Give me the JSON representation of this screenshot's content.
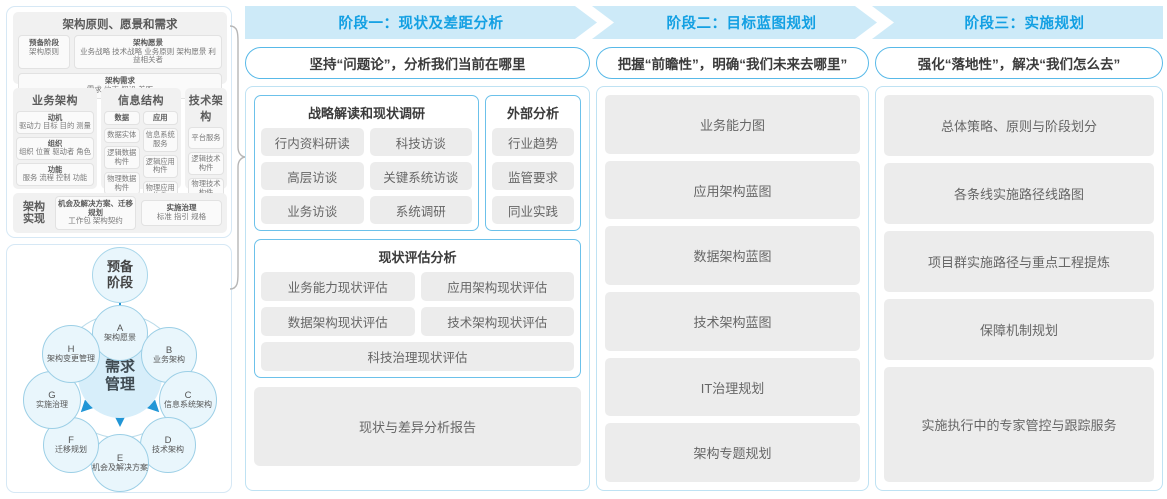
{
  "left_panel": {
    "framework": {
      "block1": {
        "title": "架构原则、愿景和需求",
        "prep": {
          "head": "预备阶段",
          "sub": "架构原则"
        },
        "vision": {
          "head": "架构愿景",
          "sub": "业务战略 技术战略 业务原则 架构愿景 利益相关者"
        },
        "requirement": {
          "head": "架构需求",
          "sub": "需求   约束   假设   差距"
        }
      },
      "columns": [
        {
          "title": "业务架构",
          "items": [
            {
              "head": "动机",
              "sub": "驱动力 目标 目的 测量"
            },
            {
              "head": "组织",
              "sub": "组织 位置 驱动者 角色"
            },
            {
              "head": "功能",
              "sub": "服务 流程 控制 功能"
            }
          ]
        },
        {
          "title": "信息结构",
          "left_items": [
            {
              "head": "数据",
              "sub": ""
            },
            {
              "head": "",
              "sub": "数据实体"
            },
            {
              "head": "",
              "sub": "逻辑数据构件"
            },
            {
              "head": "",
              "sub": "物理数据构件"
            }
          ],
          "right_items": [
            {
              "head": "应用",
              "sub": ""
            },
            {
              "head": "",
              "sub": "信息系统服务"
            },
            {
              "head": "",
              "sub": "逻辑应用构件"
            },
            {
              "head": "",
              "sub": "物理应用构件"
            }
          ]
        },
        {
          "title": "技术架构",
          "items": [
            {
              "head": "",
              "sub": "平台服务"
            },
            {
              "head": "",
              "sub": "逻辑技术构件"
            },
            {
              "head": "",
              "sub": "物理技术构件"
            }
          ]
        }
      ],
      "block3": {
        "label": "架构\n实现",
        "label_line1": "架构",
        "label_line2": "实现",
        "items": [
          {
            "head": "机会及解决方案、迁移规划",
            "sub": "工作包  架构契约"
          },
          {
            "head": "实施治理",
            "sub": "标准  指引  规格"
          }
        ]
      }
    },
    "cycle": {
      "preliminary": "预备\n阶段",
      "preliminary_l1": "预备",
      "preliminary_l2": "阶段",
      "center_l1": "需求",
      "center_l2": "管理",
      "nodes": [
        {
          "id": "A",
          "label": "架构愿景"
        },
        {
          "id": "B",
          "label": "业务架构"
        },
        {
          "id": "C",
          "label": "信息系统架构"
        },
        {
          "id": "D",
          "label": "技术架构"
        },
        {
          "id": "E",
          "label": "机会及解决方案"
        },
        {
          "id": "F",
          "label": "迁移规划"
        },
        {
          "id": "G",
          "label": "实施治理"
        },
        {
          "id": "H",
          "label": "架构变更管理"
        }
      ]
    }
  },
  "phases": [
    {
      "chevron": "阶段一：现状及差距分析",
      "banner": "坚持“问题论”，分析我们当前在哪里"
    },
    {
      "chevron": "阶段二：目标蓝图规划",
      "banner": "把握“前瞻性”，明确“我们未来去哪里”"
    },
    {
      "chevron": "阶段三：实施规划",
      "banner": "强化“落地性”，解决“我们怎么去”"
    }
  ],
  "phase1": {
    "research": {
      "title": "战略解读和现状调研",
      "tiles": [
        [
          "行内资料研读",
          "科技访谈"
        ],
        [
          "高层访谈",
          "关键系统访谈"
        ],
        [
          "业务访谈",
          "系统调研"
        ]
      ]
    },
    "external": {
      "title": "外部分析",
      "tiles": [
        "行业趋势",
        "监管要求",
        "同业实践"
      ]
    },
    "assessment": {
      "title": "现状评估分析",
      "tiles": [
        [
          "业务能力现状评估",
          "应用架构现状评估"
        ],
        [
          "数据架构现状评估",
          "技术架构现状评估"
        ]
      ],
      "wide": "科技治理现状评估"
    },
    "report": "现状与差异分析报告"
  },
  "phase2": {
    "tiles": [
      "业务能力图",
      "应用架构蓝图",
      "数据架构蓝图",
      "技术架构蓝图",
      "IT治理规划",
      "架构专题规划"
    ]
  },
  "phase3": {
    "tiles": [
      "总体策略、原则与阶段划分",
      "各条线实施路径线路图",
      "项目群实施路径与重点工程提炼",
      "保障机制规划",
      "实施执行中的专家管控与跟踪服务"
    ]
  },
  "colors": {
    "chevron_bg": "#cdeaf8",
    "chevron_text": "#13a0e3",
    "banner_border": "#58b9e8",
    "tile_bg": "#ececec",
    "node_fill": "#e9f6fc",
    "center_fill": "#d7eefa",
    "arrow": "#2196d6"
  }
}
